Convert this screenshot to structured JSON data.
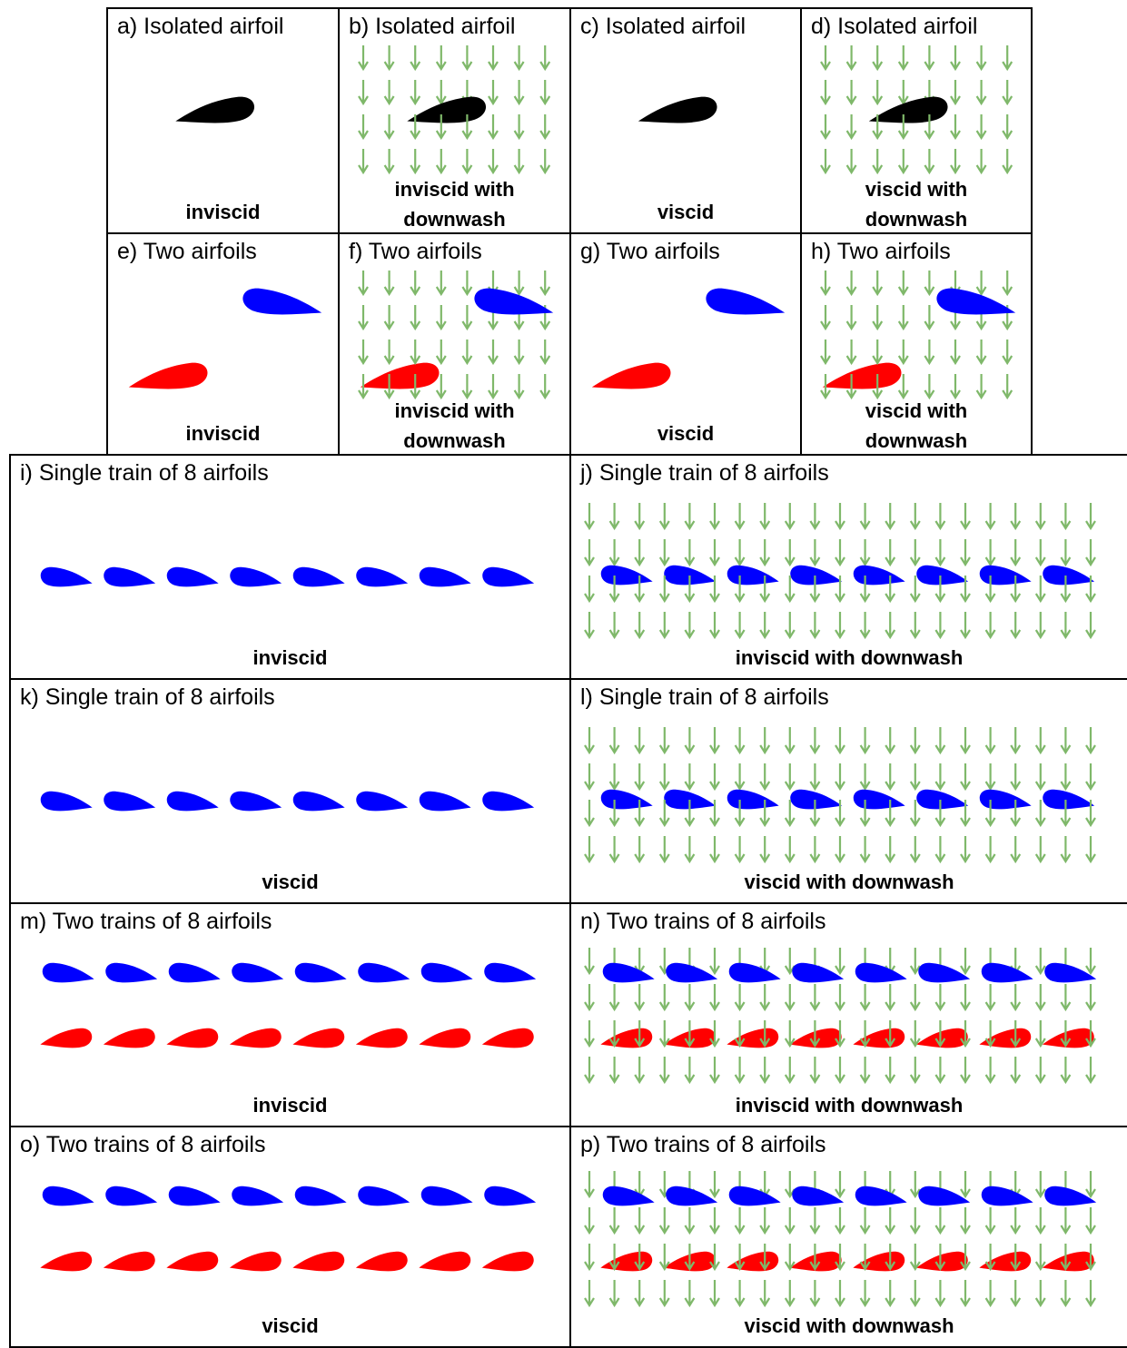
{
  "colors": {
    "arrow": "#7fb86a",
    "isolated_airfoil": "#000000",
    "upper_airfoil": "#0000ff",
    "lower_airfoil": "#ff0000",
    "border": "#000000"
  },
  "panels": [
    {
      "label": "a) Isolated airfoil",
      "caption": "inviscid",
      "config": "single",
      "downwash": false
    },
    {
      "label": "b) Isolated airfoil",
      "caption": "inviscid with downwash",
      "config": "single",
      "downwash": true
    },
    {
      "label": "c) Isolated airfoil",
      "caption": "viscid",
      "config": "single",
      "downwash": false
    },
    {
      "label": "d) Isolated airfoil",
      "caption": "viscid with downwash",
      "config": "single",
      "downwash": true
    },
    {
      "label": "e) Two airfoils",
      "caption": "inviscid",
      "config": "pair",
      "downwash": false
    },
    {
      "label": "f) Two airfoils",
      "caption": "inviscid with downwash",
      "config": "pair",
      "downwash": true
    },
    {
      "label": "g) Two airfoils",
      "caption": "viscid",
      "config": "pair",
      "downwash": false
    },
    {
      "label": "h) Two airfoils",
      "caption": "viscid with downwash",
      "config": "pair",
      "downwash": true
    },
    {
      "label": "i) Single train of 8 airfoils",
      "caption": "inviscid",
      "config": "train",
      "downwash": false
    },
    {
      "label": "j) Single train of 8 airfoils",
      "caption": "inviscid with downwash",
      "config": "train",
      "downwash": true
    },
    {
      "label": "k) Single train of 8 airfoils",
      "caption": "viscid",
      "config": "train",
      "downwash": false
    },
    {
      "label": "l) Single train of 8 airfoils",
      "caption": "viscid with downwash",
      "config": "train",
      "downwash": true
    },
    {
      "label": "m) Two trains of 8 airfoils",
      "caption": "inviscid",
      "config": "two-trains",
      "downwash": false
    },
    {
      "label": "n) Two trains of 8 airfoils",
      "caption": "inviscid with downwash",
      "config": "two-trains",
      "downwash": true
    },
    {
      "label": "o) Two trains of 8 airfoils",
      "caption": "viscid",
      "config": "two-trains",
      "downwash": false
    },
    {
      "label": "p) Two trains of 8 airfoils",
      "caption": "viscid with downwash",
      "config": "two-trains",
      "downwash": true
    }
  ]
}
